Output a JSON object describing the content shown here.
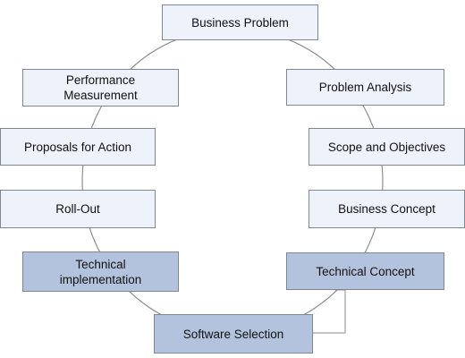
{
  "colors": {
    "light_fill": "#eef2fb",
    "dark_fill": "#b3c3de",
    "border": "#7f8794",
    "connector": "#8d8d8d"
  },
  "steps": {
    "business_problem": "Business Problem",
    "problem_analysis": "Problem Analysis",
    "scope_objectives": "Scope and Objectives",
    "business_concept": "Business Concept",
    "technical_concept": "Technical Concept",
    "software_selection": "Software Selection",
    "technical_implementation": "Technical\nimplementation",
    "roll_out": "Roll-Out",
    "proposals_for_action": "Proposals for Action",
    "performance_measurement": "Performance\nMeasurement"
  }
}
